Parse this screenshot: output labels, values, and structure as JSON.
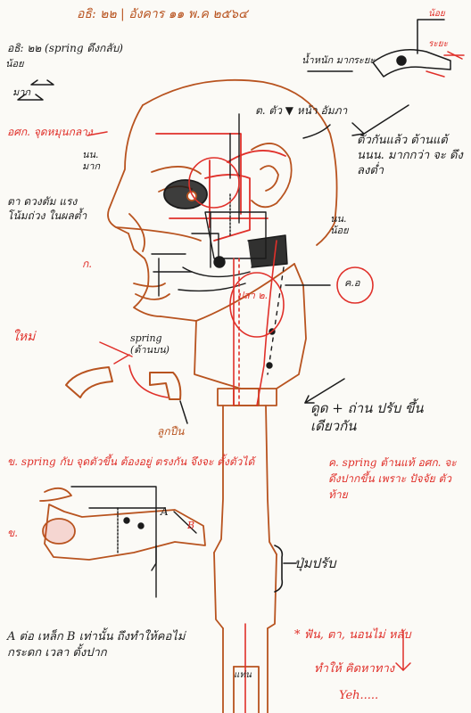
{
  "colors": {
    "paper": "#fbfaf6",
    "orange_ink": "#b8531f",
    "red_ink": "#e0302a",
    "black_ink": "#1b1b1b"
  },
  "notes": {
    "top_header": "อธิ: ๒๒ | อังคาร ๑๑ พ.ค ๒๕๖๔",
    "top_spring": "อธิ: ๒๒ (spring ดึงกลับ)",
    "top_less": "น้อย",
    "top_more": "มาก",
    "top_right_weight": "น้ำหนัก มาก",
    "top_right_dist": "ระยะ",
    "top_corner_small": "น้อย",
    "top_corner_dist": "ระยะ",
    "chin_point": "อศก. จุดหมุนกลาง",
    "less_more": "นน. มาก",
    "head_weight": "ต. ตัว ▼ หน้า อัมภา",
    "right_note": "ตัวกันแล้ว ต้านแต้นนน. มากกว่า จะ ดึงลงต่ำ",
    "left_note": "ตา ดวงตัม แรงโน้มถ่วง ในผลต้ำ",
    "neck_less": "นน. น้อย",
    "jaw_label": "ก.",
    "neck_circle": "ค.อ",
    "new_label": "ใหม่",
    "spring_lower": "spring (ด้านบน)",
    "center_label": "ปลา ๒.",
    "clamp_label": "ลูกปืน",
    "weight_balance": "ดูด + ถ่าน ปรับ ขึ้นเดียวกัน",
    "bottom_spring": "ข. spring กับ จุดตัวขึ้น ต้องอยู่ ตรงกัน จึงจะ ตั้งตัวได้",
    "bottom_right": "ค. spring ต้านแท้ อศก. จะดึงปากขึ้น เพราะ ปัจจัย ตัวท้าย",
    "bottom_ab": "ข.",
    "label_a": "A",
    "label_b": "B",
    "bracket_label": "ปุ่มปรับ",
    "base_label": "แท่น",
    "footer_left": "A ต่อ เหล็ก B เท่านั้น ถึงทำให้คอไม่กระดก เวลา ตั้งปาก",
    "footer_right": "* ฟัน, ตา, นอนไม่ หลับ",
    "footer_right2": "ทำให้ คิดหาทาง",
    "footer_yeh": "Yeh....."
  }
}
